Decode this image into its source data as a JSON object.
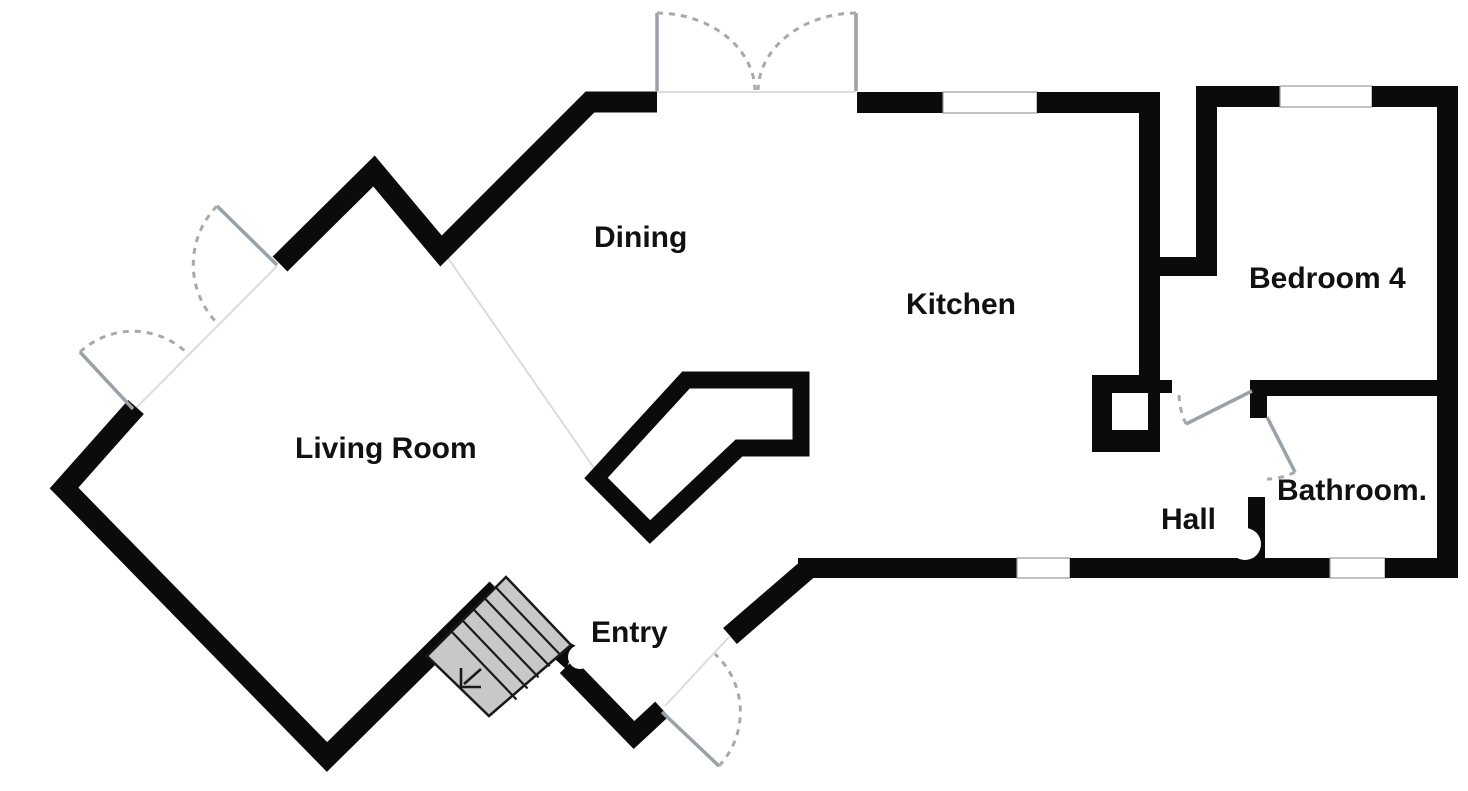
{
  "colors": {
    "background": "#ffffff",
    "wall": "#0b0b0b",
    "door_leaf": "#9aa1a8",
    "door_arc": "#a9a9a9",
    "stairs_fill": "#c8c8c8",
    "stairs_line": "#1a1a1a",
    "window_outline": "#9a9a9a",
    "threshold": "#dcdcdc",
    "label_text": "#111111"
  },
  "rooms": {
    "living_room": {
      "label": "Living Room"
    },
    "dining": {
      "label": "Dining"
    },
    "kitchen": {
      "label": "Kitchen"
    },
    "bedroom4": {
      "label": "Bedroom 4"
    },
    "bathroom": {
      "label": "Bathroom."
    },
    "hall": {
      "label": "Hall"
    },
    "entry": {
      "label": "Entry"
    }
  }
}
